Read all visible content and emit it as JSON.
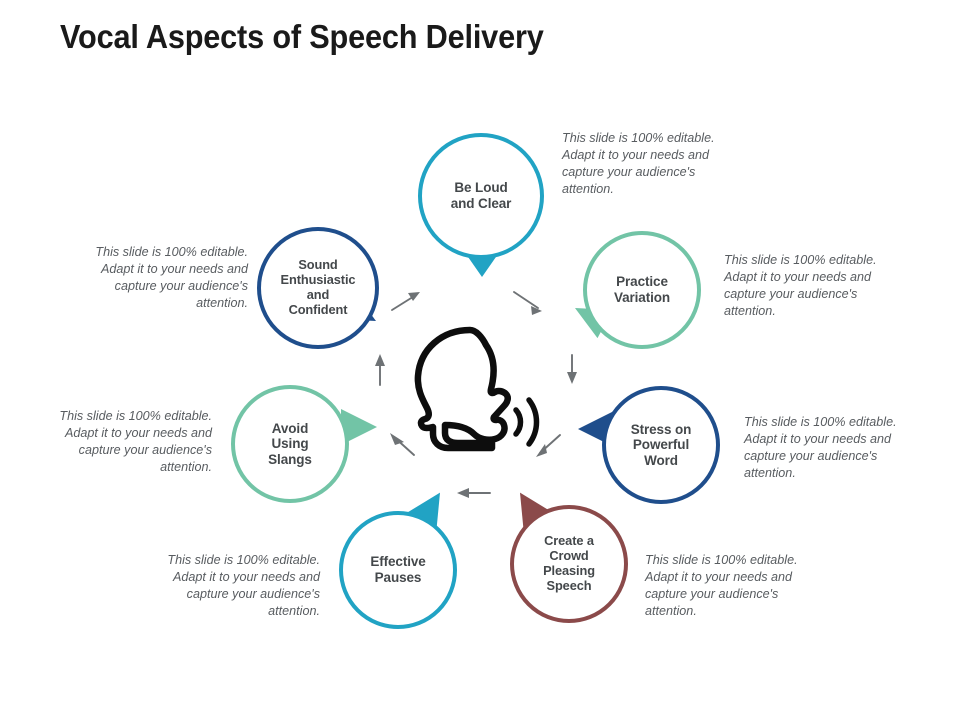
{
  "slide": {
    "title": "Vocal Aspects of Speech Delivery",
    "background_color": "#ffffff"
  },
  "center": {
    "icon": "speaking-head-icon",
    "description": "Side profile of a head with sound waves from the mouth",
    "color": "#000000"
  },
  "colors": {
    "cyan": "#21A3C4",
    "navy": "#1F4E8C",
    "mint": "#72C4A6",
    "maroon": "#8B4A4A",
    "text_dark": "#44484b",
    "caption_gray": "#585c60",
    "arrow_gray": "#6e7275"
  },
  "caption_text": "This slide is 100% editable. Adapt it to your needs and capture your audience's attention.",
  "nodes": [
    {
      "id": "be-loud-and-clear",
      "label": "Be Loud\nand Clear",
      "label_lines": [
        "Be Loud",
        "and Clear"
      ],
      "color": "#21A3C4",
      "caption": "This slide is 100% editable. Adapt it to your needs and capture your audience's attention.",
      "caption_align": "left",
      "tail_direction": "down"
    },
    {
      "id": "practice-variation",
      "label": "Practice\nVariation",
      "label_lines": [
        "Practice",
        "Variation"
      ],
      "color": "#72C4A6",
      "caption": "This slide is 100% editable. Adapt it to your needs and capture your audience's attention.",
      "caption_align": "left",
      "tail_direction": "down-left"
    },
    {
      "id": "stress-on-powerful-word",
      "label": "Stress on\nPowerful\nWord",
      "label_lines": [
        "Stress on",
        "Powerful",
        "Word"
      ],
      "color": "#1F4E8C",
      "caption": "This slide is 100% editable. Adapt it to your needs and capture your audience's attention.",
      "caption_align": "left",
      "tail_direction": "left"
    },
    {
      "id": "create-a-crowd-pleasing-speech",
      "label": "Create a\nCrowd\nPleasing\nSpeech",
      "label_lines": [
        "Create a",
        "Crowd",
        "Pleasing",
        "Speech"
      ],
      "color": "#8B4A4A",
      "caption": "This slide is 100% editable. Adapt it to your needs and capture your audience's attention.",
      "caption_align": "left",
      "tail_direction": "up-left"
    },
    {
      "id": "effective-pauses",
      "label": "Effective\nPauses",
      "label_lines": [
        "Effective",
        "Pauses"
      ],
      "color": "#21A3C4",
      "caption": "This slide is 100% editable. Adapt it to your needs and capture your audience's attention.",
      "caption_align": "right",
      "tail_direction": "up-right"
    },
    {
      "id": "avoid-using-slangs",
      "label": "Avoid\nUsing\nSlangs",
      "label_lines": [
        "Avoid",
        "Using",
        "Slangs"
      ],
      "color": "#72C4A6",
      "caption": "This slide is 100% editable. Adapt it to your needs and capture your audience's attention.",
      "caption_align": "right",
      "tail_direction": "right"
    },
    {
      "id": "sound-enthusiastic-and-confident",
      "label": "Sound\nEnthusiastic\nand\nConfident",
      "label_lines": [
        "Sound",
        "Enthusiastic",
        "and",
        "Confident"
      ],
      "color": "#1F4E8C",
      "caption": "This slide is 100% editable. Adapt it to your needs and capture your audience's attention.",
      "caption_align": "right",
      "tail_direction": "down-right"
    }
  ],
  "arrows": {
    "count": 7,
    "color": "#6e7275",
    "direction": "clockwise-around-center"
  }
}
